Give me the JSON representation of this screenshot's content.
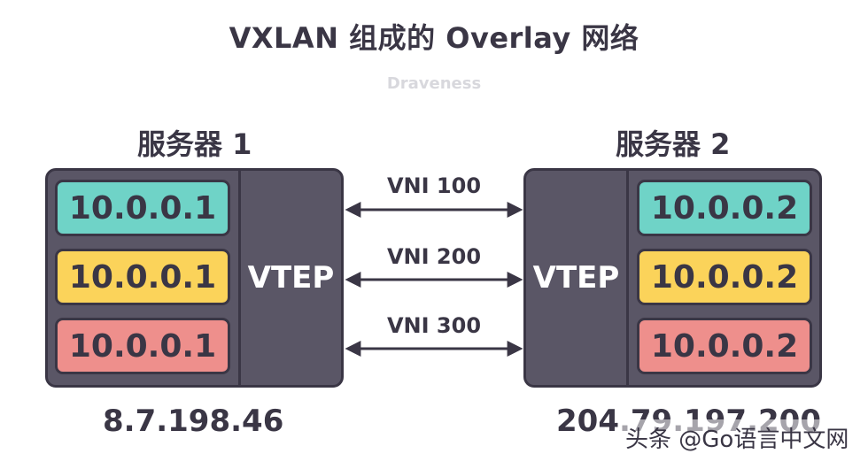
{
  "title": "VXLAN 组成的 Overlay 网络",
  "subtitle": "Draveness",
  "servers": [
    {
      "label": "服务器 1",
      "vtep": "VTEP",
      "ips": [
        "10.0.0.1",
        "10.0.0.1",
        "10.0.0.1"
      ],
      "address": "8.7.198.46"
    },
    {
      "label": "服务器 2",
      "vtep": "VTEP",
      "ips": [
        "10.0.0.2",
        "10.0.0.2",
        "10.0.0.2"
      ],
      "address": "204.79.197.200"
    }
  ],
  "links": [
    "VNI 100",
    "VNI 200",
    "VNI 300"
  ],
  "watermark": "头条 @Go语言中文网",
  "colors": {
    "row1": "#6fd3c7",
    "row2": "#fbd35a",
    "row3": "#ee8f8c",
    "box": "#5a5666",
    "ink": "#3a3645"
  }
}
